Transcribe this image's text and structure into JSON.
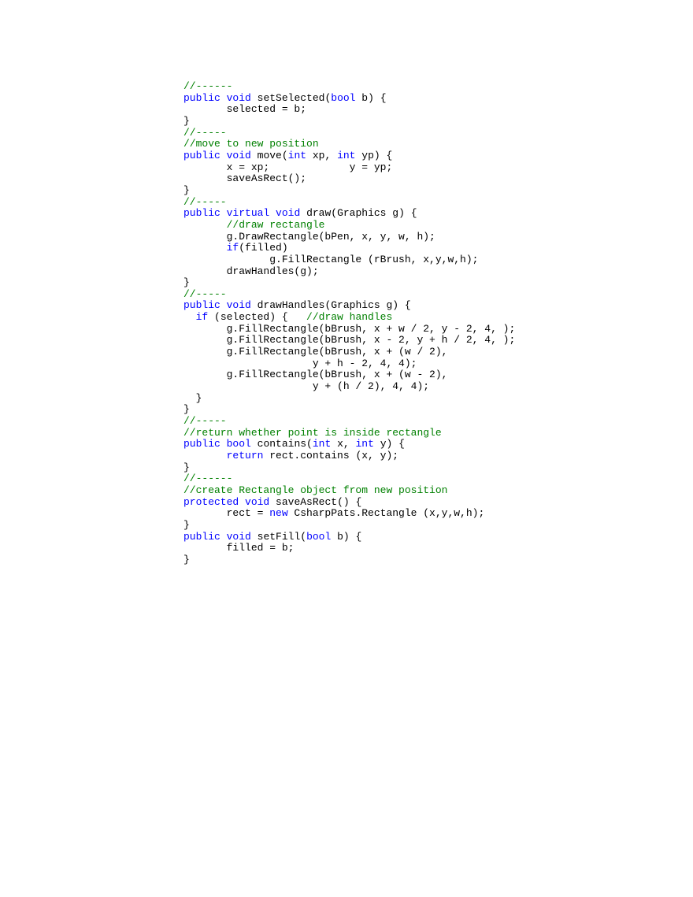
{
  "colors": {
    "keyword": "#0000ff",
    "comment": "#008000",
    "text": "#000000"
  },
  "code_lines": [
    [
      [
        "c",
        "//------"
      ]
    ],
    [
      [
        "k",
        "public"
      ],
      [
        "t",
        " "
      ],
      [
        "k",
        "void"
      ],
      [
        "t",
        " setSelected("
      ],
      [
        "k",
        "bool"
      ],
      [
        "t",
        " b) {"
      ]
    ],
    [
      [
        "t",
        "       selected = b;"
      ]
    ],
    [
      [
        "t",
        "}"
      ]
    ],
    [
      [
        "c",
        "//-----"
      ]
    ],
    [
      [
        "c",
        "//move to new position"
      ]
    ],
    [
      [
        "k",
        "public"
      ],
      [
        "t",
        " "
      ],
      [
        "k",
        "void"
      ],
      [
        "t",
        " move("
      ],
      [
        "k",
        "int"
      ],
      [
        "t",
        " xp, "
      ],
      [
        "k",
        "int"
      ],
      [
        "t",
        " yp) {"
      ]
    ],
    [
      [
        "t",
        "       x = xp;             y = yp;"
      ]
    ],
    [
      [
        "t",
        "       saveAsRect();"
      ]
    ],
    [
      [
        "t",
        "}"
      ]
    ],
    [
      [
        "c",
        "//-----"
      ]
    ],
    [
      [
        "k",
        "public"
      ],
      [
        "t",
        " "
      ],
      [
        "k",
        "virtual"
      ],
      [
        "t",
        " "
      ],
      [
        "k",
        "void"
      ],
      [
        "t",
        " draw(Graphics g) {"
      ]
    ],
    [
      [
        "t",
        "       "
      ],
      [
        "c",
        "//draw rectangle"
      ]
    ],
    [
      [
        "t",
        "       g.DrawRectangle(bPen, x, y, w, h);"
      ]
    ],
    [
      [
        "t",
        "       "
      ],
      [
        "k",
        "if"
      ],
      [
        "t",
        "(filled)"
      ]
    ],
    [
      [
        "t",
        "              g.FillRectangle (rBrush, x,y,w,h);"
      ]
    ],
    [
      [
        "t",
        "       drawHandles(g);"
      ]
    ],
    [
      [
        "t",
        "}"
      ]
    ],
    [
      [
        "c",
        "//-----"
      ]
    ],
    [
      [
        "k",
        "public"
      ],
      [
        "t",
        " "
      ],
      [
        "k",
        "void"
      ],
      [
        "t",
        " drawHandles(Graphics g) {"
      ]
    ],
    [
      [
        "t",
        "  "
      ],
      [
        "k",
        "if"
      ],
      [
        "t",
        " (selected) {   "
      ],
      [
        "c",
        "//draw handles"
      ]
    ],
    [
      [
        "t",
        "       g.FillRectangle(bBrush, x + w / 2, y - 2, 4, );"
      ]
    ],
    [
      [
        "t",
        "       g.FillRectangle(bBrush, x - 2, y + h / 2, 4, );"
      ]
    ],
    [
      [
        "t",
        "       g.FillRectangle(bBrush, x + (w / 2),"
      ]
    ],
    [
      [
        "t",
        "                     y + h - 2, 4, 4);"
      ]
    ],
    [
      [
        "t",
        "       g.FillRectangle(bBrush, x + (w - 2),"
      ]
    ],
    [
      [
        "t",
        "                     y + (h / 2), 4, 4);"
      ]
    ],
    [
      [
        "t",
        "  }"
      ]
    ],
    [
      [
        "t",
        "}"
      ]
    ],
    [
      [
        "c",
        "//-----"
      ]
    ],
    [
      [
        "c",
        "//return whether point is inside rectangle"
      ]
    ],
    [
      [
        "k",
        "public"
      ],
      [
        "t",
        " "
      ],
      [
        "k",
        "bool"
      ],
      [
        "t",
        " contains("
      ],
      [
        "k",
        "int"
      ],
      [
        "t",
        " x, "
      ],
      [
        "k",
        "int"
      ],
      [
        "t",
        " y) {"
      ]
    ],
    [
      [
        "t",
        "       "
      ],
      [
        "k",
        "return"
      ],
      [
        "t",
        " rect.contains (x, y);"
      ]
    ],
    [
      [
        "t",
        "}"
      ]
    ],
    [
      [
        "c",
        "//------"
      ]
    ],
    [
      [
        "c",
        "//create Rectangle object from new position"
      ]
    ],
    [
      [
        "k",
        "protected"
      ],
      [
        "t",
        " "
      ],
      [
        "k",
        "void"
      ],
      [
        "t",
        " saveAsRect() {"
      ]
    ],
    [
      [
        "t",
        "       rect = "
      ],
      [
        "k",
        "new"
      ],
      [
        "t",
        " CsharpPats.Rectangle (x,y,w,h);"
      ]
    ],
    [
      [
        "t",
        "}"
      ]
    ],
    [
      [
        "k",
        "public"
      ],
      [
        "t",
        " "
      ],
      [
        "k",
        "void"
      ],
      [
        "t",
        " setFill("
      ],
      [
        "k",
        "bool"
      ],
      [
        "t",
        " b) {"
      ]
    ],
    [
      [
        "t",
        "       filled = b;"
      ]
    ],
    [
      [
        "t",
        "}"
      ]
    ]
  ]
}
